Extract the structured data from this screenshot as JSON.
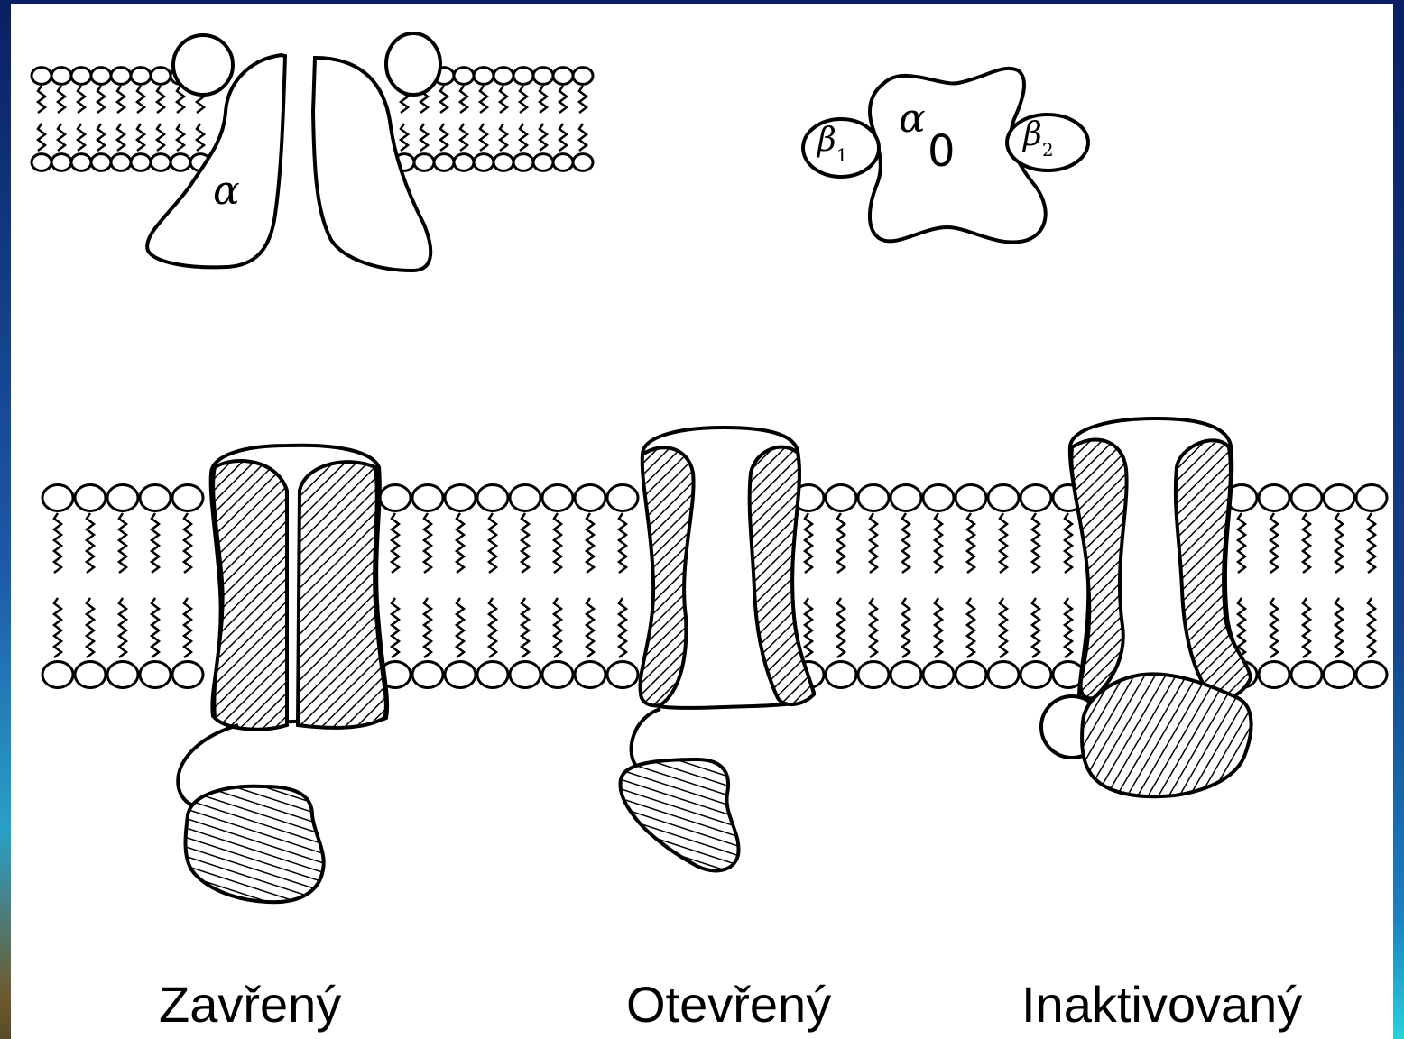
{
  "labels": {
    "alpha_top_left": "α",
    "alpha_top_right": "α",
    "subscript_zero": "0",
    "beta1": "β",
    "beta1_sub": "1",
    "beta2": "β",
    "beta2_sub": "2"
  },
  "states": [
    {
      "label": "Zavřený"
    },
    {
      "label": "Otevřený"
    },
    {
      "label": "Inaktivovaný"
    }
  ],
  "colors": {
    "background": "#ffffff",
    "line": "#000000",
    "frame": "#0a1f63"
  }
}
